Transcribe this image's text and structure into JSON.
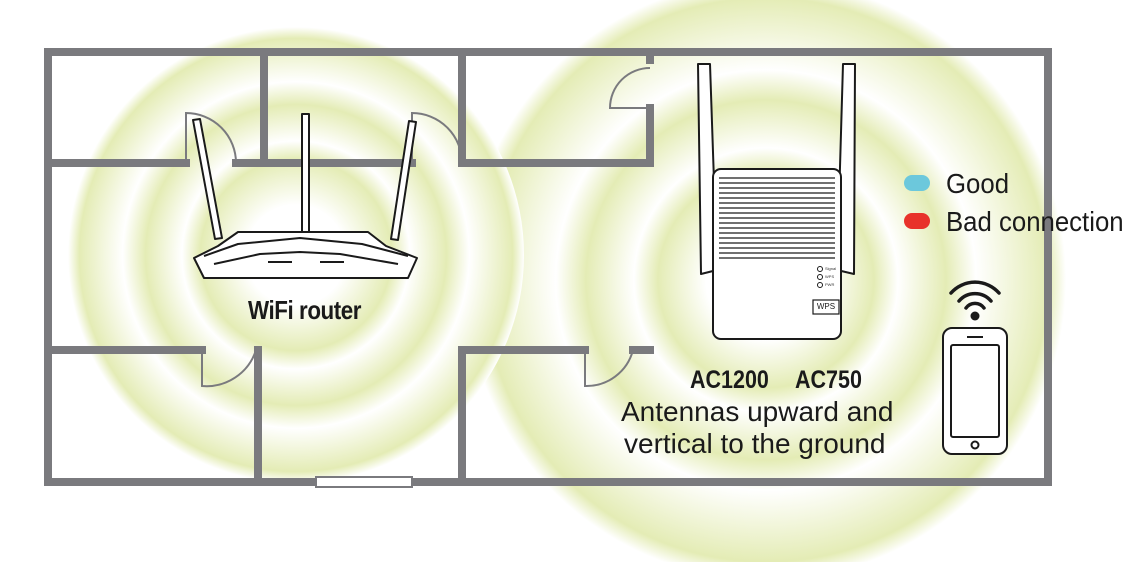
{
  "router": {
    "label": "WiFi router"
  },
  "extender": {
    "models": [
      "AC1200",
      "AC750"
    ],
    "button_label": "WPS",
    "indicators": [
      "Signal",
      "WPS",
      "PWR"
    ]
  },
  "note": {
    "line1": "Antennas upward and",
    "line2": "vertical to the ground"
  },
  "legend": {
    "items": [
      {
        "label": "Good",
        "color": "#6cc8dc"
      },
      {
        "label": "Bad connection",
        "color": "#e8322a"
      }
    ]
  },
  "colors": {
    "coverage": "#e4ecb5",
    "walls": "#7a7a7e",
    "line": "#1a1a1a"
  }
}
